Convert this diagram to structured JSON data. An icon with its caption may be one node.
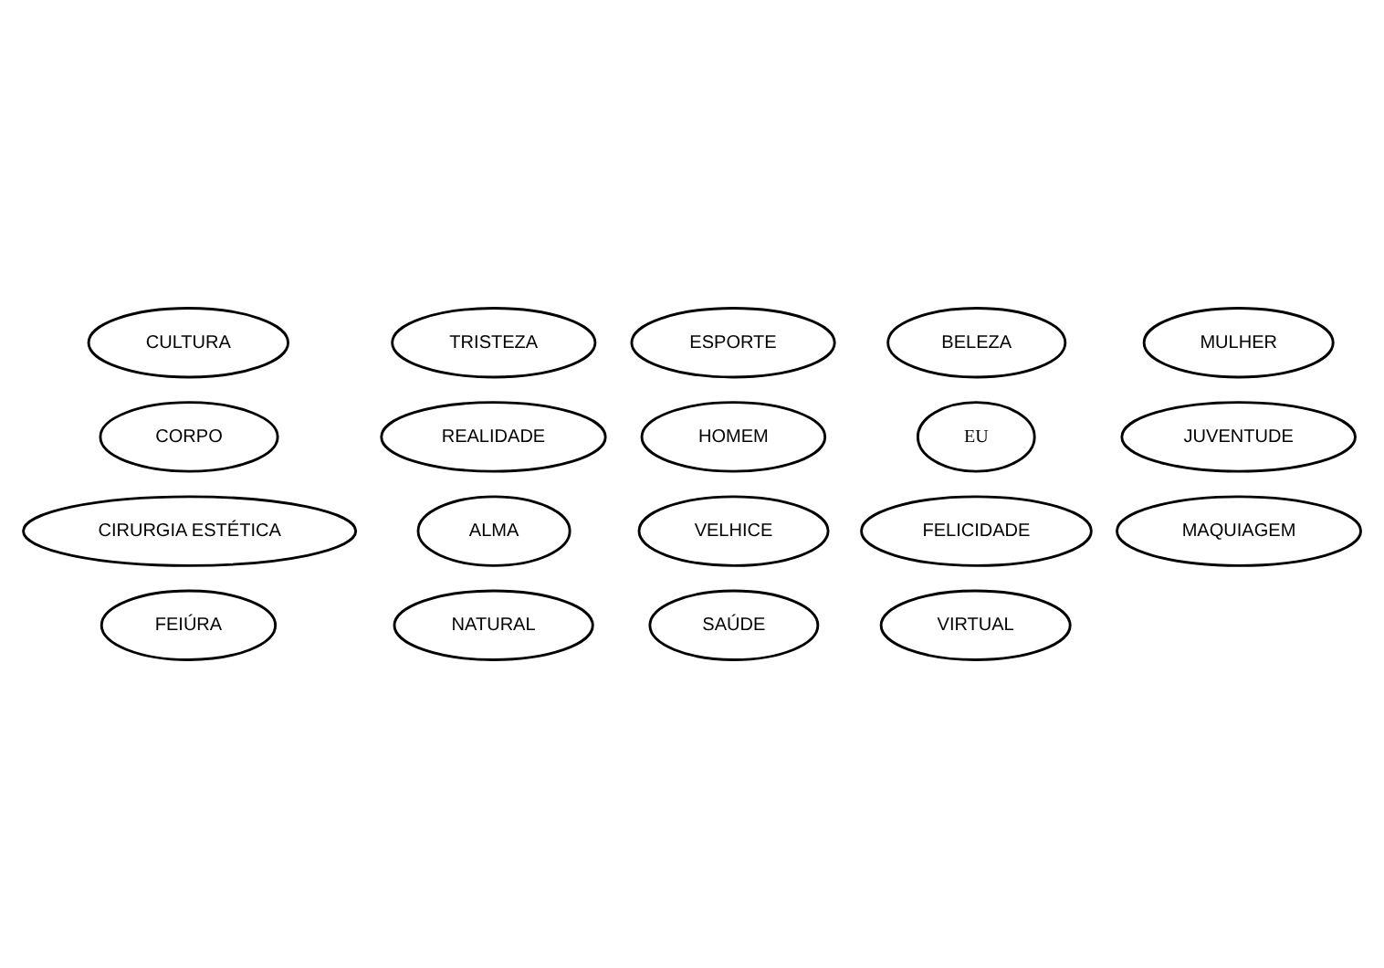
{
  "diagram": {
    "nodes": [
      {
        "text": [
          "CULTURA"
        ]
      },
      {
        "text": [
          "TRISTEZA"
        ]
      },
      {
        "text": [
          "ESPORTE"
        ]
      },
      {
        "text": [
          "BELEZA"
        ]
      },
      {
        "text": [
          "MULHER"
        ]
      },
      {
        "text": [
          "CORPO"
        ]
      },
      {
        "text": [
          "REALIDADE"
        ]
      },
      {
        "text": [
          "HOMEM"
        ]
      },
      {
        "text": [
          "EU"
        ]
      },
      {
        "text": [
          "JUVENTUDE"
        ]
      },
      {
        "text": [
          "CIRURGIA ESTÉTICA"
        ]
      },
      {
        "text": [
          "ALMA"
        ]
      },
      {
        "text": [
          "VELHICE"
        ]
      },
      {
        "text": [
          "FELICIDADE"
        ]
      },
      {
        "text": [
          "MAQUIAGEM"
        ]
      },
      {
        "text": [
          "FEIÚRA"
        ]
      },
      {
        "text": [
          "NATURAL"
        ]
      },
      {
        "text": [
          "SAÚDE"
        ]
      },
      {
        "text": [
          "VIRTUAL"
        ]
      }
    ]
  }
}
